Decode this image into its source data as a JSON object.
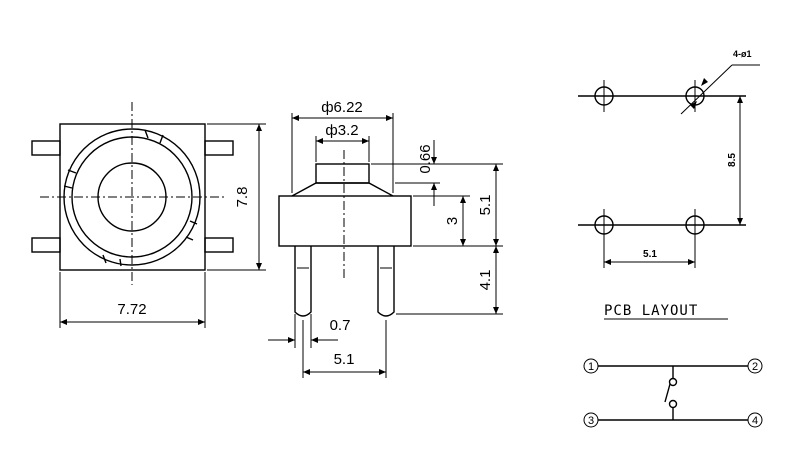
{
  "top_view": {
    "width_label": "7.72",
    "height_label": "7.8"
  },
  "side_view": {
    "cap_outer_dia": "ф6.22",
    "cap_inner_dia": "ф3.2",
    "cap_height": "0.66",
    "total_height": "5.1",
    "body_height": "3",
    "leg_length": "4.1",
    "pin_width": "0.7",
    "pin_spacing": "5.1"
  },
  "pcb_layout": {
    "hole_spec": "4-ø1",
    "vertical_spacing": "8.5",
    "horizontal_spacing": "5.1",
    "title": "PCB LAYOUT"
  },
  "schematic": {
    "pins": [
      "1",
      "2",
      "3",
      "4"
    ]
  }
}
